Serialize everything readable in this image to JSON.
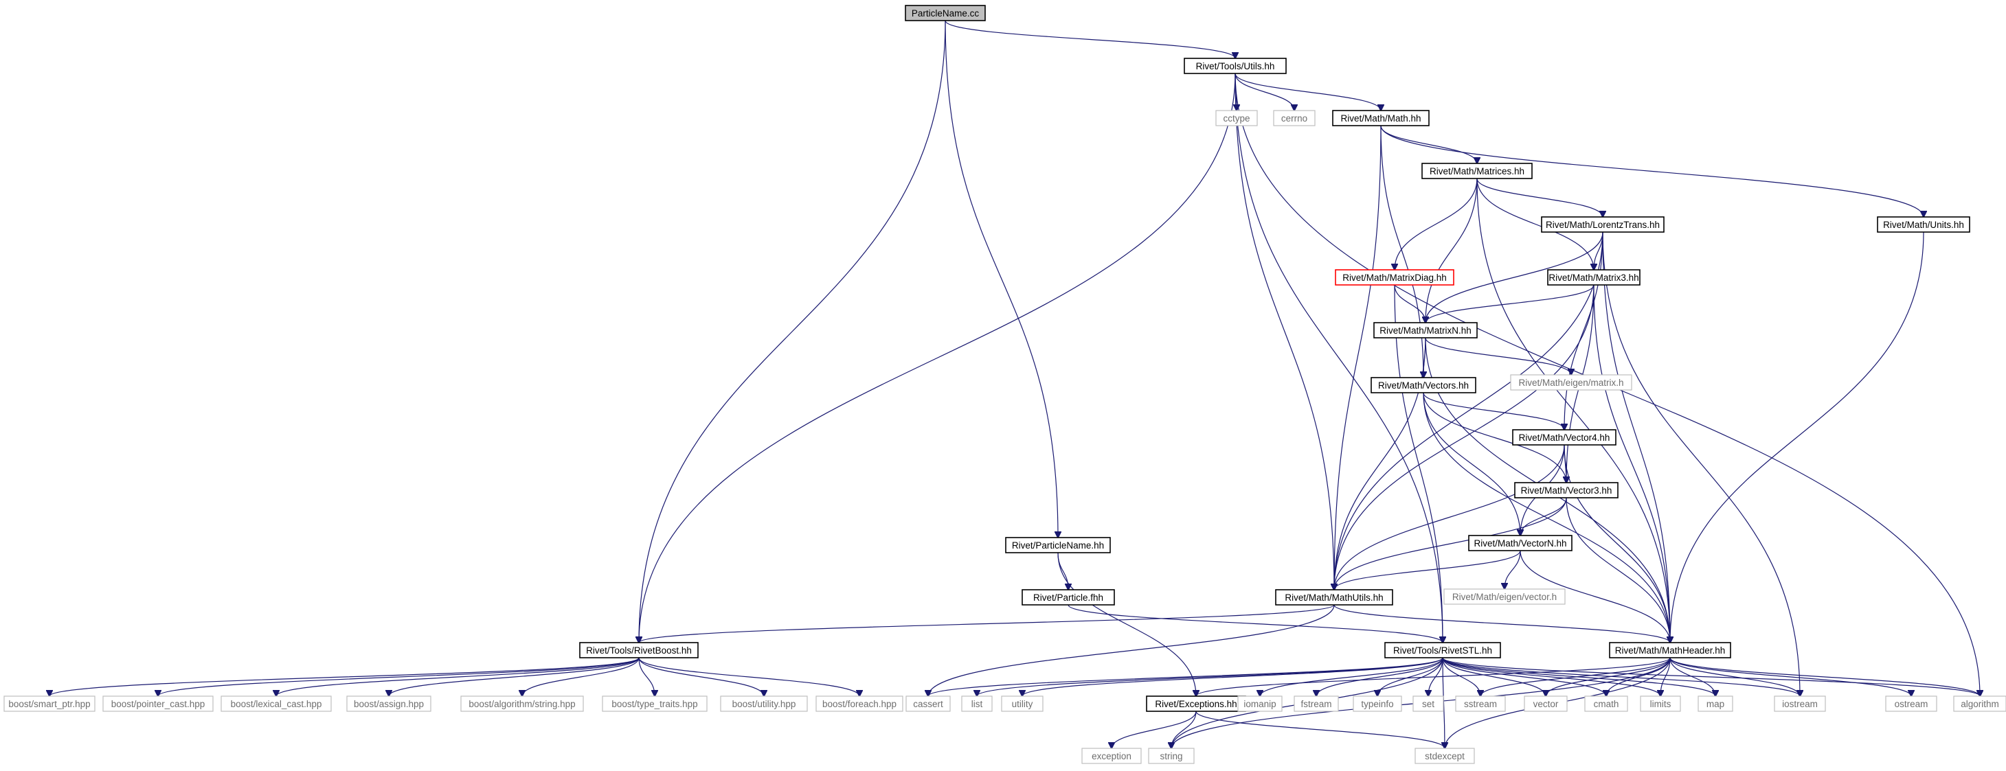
{
  "colors": {
    "edge": "#191970",
    "root_fill": "#bfbfbf",
    "external_border": "#bfbfbf",
    "broken_border": "#ff0000"
  },
  "nodes": [
    {
      "id": "n0",
      "label": "ParticleName.cc",
      "kind": "root"
    },
    {
      "id": "n1",
      "label": "Rivet/Tools/Utils.hh",
      "kind": "normal"
    },
    {
      "id": "n2",
      "label": "Rivet/ParticleName.hh",
      "kind": "normal"
    },
    {
      "id": "n3",
      "label": "Rivet/Tools/RivetBoost.hh",
      "kind": "normal"
    },
    {
      "id": "n4",
      "label": "cctype",
      "kind": "external"
    },
    {
      "id": "n5",
      "label": "cerrno",
      "kind": "external"
    },
    {
      "id": "n6",
      "label": "Rivet/Math/Math.hh",
      "kind": "normal"
    },
    {
      "id": "n7",
      "label": "Rivet/Math/Matrices.hh",
      "kind": "normal"
    },
    {
      "id": "n8",
      "label": "Rivet/Math/LorentzTrans.hh",
      "kind": "normal"
    },
    {
      "id": "n9",
      "label": "Rivet/Math/Units.hh",
      "kind": "normal"
    },
    {
      "id": "n10",
      "label": "Rivet/Math/MatrixDiag.hh",
      "kind": "broken"
    },
    {
      "id": "n11",
      "label": "Rivet/Math/Matrix3.hh",
      "kind": "normal"
    },
    {
      "id": "n12",
      "label": "Rivet/Math/MatrixN.hh",
      "kind": "normal"
    },
    {
      "id": "n13",
      "label": "Rivet/Math/eigen/matrix.h",
      "kind": "external"
    },
    {
      "id": "n14",
      "label": "Rivet/Math/Vectors.hh",
      "kind": "normal"
    },
    {
      "id": "n15",
      "label": "Rivet/Math/Vector4.hh",
      "kind": "normal"
    },
    {
      "id": "n16",
      "label": "Rivet/Math/Vector3.hh",
      "kind": "normal"
    },
    {
      "id": "n17",
      "label": "Rivet/Math/VectorN.hh",
      "kind": "normal"
    },
    {
      "id": "n18",
      "label": "Rivet/Math/eigen/vector.h",
      "kind": "external"
    },
    {
      "id": "n19",
      "label": "Rivet/Particle.fhh",
      "kind": "normal"
    },
    {
      "id": "n20",
      "label": "Rivet/Math/MathUtils.hh",
      "kind": "normal"
    },
    {
      "id": "n21",
      "label": "Rivet/Math/MathHeader.hh",
      "kind": "normal"
    },
    {
      "id": "n22",
      "label": "Rivet/Tools/RivetSTL.hh",
      "kind": "normal"
    },
    {
      "id": "n23",
      "label": "Rivet/Exceptions.hh",
      "kind": "normal"
    },
    {
      "id": "b1",
      "label": "boost/smart_ptr.hpp",
      "kind": "external"
    },
    {
      "id": "b2",
      "label": "boost/pointer_cast.hpp",
      "kind": "external"
    },
    {
      "id": "b3",
      "label": "boost/lexical_cast.hpp",
      "kind": "external"
    },
    {
      "id": "b4",
      "label": "boost/assign.hpp",
      "kind": "external"
    },
    {
      "id": "b5",
      "label": "boost/algorithm/string.hpp",
      "kind": "external"
    },
    {
      "id": "b6",
      "label": "boost/type_traits.hpp",
      "kind": "external"
    },
    {
      "id": "b7",
      "label": "boost/utility.hpp",
      "kind": "external"
    },
    {
      "id": "b8",
      "label": "boost/foreach.hpp",
      "kind": "external"
    },
    {
      "id": "s1",
      "label": "cassert",
      "kind": "external"
    },
    {
      "id": "s2",
      "label": "list",
      "kind": "external"
    },
    {
      "id": "s3",
      "label": "utility",
      "kind": "external"
    },
    {
      "id": "s4",
      "label": "iomanip",
      "kind": "external"
    },
    {
      "id": "s5",
      "label": "fstream",
      "kind": "external"
    },
    {
      "id": "s6",
      "label": "typeinfo",
      "kind": "external"
    },
    {
      "id": "s7",
      "label": "set",
      "kind": "external"
    },
    {
      "id": "s8",
      "label": "sstream",
      "kind": "external"
    },
    {
      "id": "s9",
      "label": "vector",
      "kind": "external"
    },
    {
      "id": "s10",
      "label": "cmath",
      "kind": "external"
    },
    {
      "id": "s11",
      "label": "limits",
      "kind": "external"
    },
    {
      "id": "s12",
      "label": "map",
      "kind": "external"
    },
    {
      "id": "s13",
      "label": "iostream",
      "kind": "external"
    },
    {
      "id": "s14",
      "label": "ostream",
      "kind": "external"
    },
    {
      "id": "s15",
      "label": "algorithm",
      "kind": "external"
    },
    {
      "id": "x1",
      "label": "exception",
      "kind": "external"
    },
    {
      "id": "x2",
      "label": "string",
      "kind": "external"
    },
    {
      "id": "x3",
      "label": "stdexcept",
      "kind": "external"
    }
  ],
  "edges": [
    [
      "n0",
      "n1"
    ],
    [
      "n0",
      "n2"
    ],
    [
      "n0",
      "n3"
    ],
    [
      "n1",
      "n4"
    ],
    [
      "n1",
      "n5"
    ],
    [
      "n1",
      "n6"
    ],
    [
      "n1",
      "n3"
    ],
    [
      "n1",
      "n20"
    ],
    [
      "n1",
      "n22"
    ],
    [
      "n1",
      "s15"
    ],
    [
      "n6",
      "n7"
    ],
    [
      "n6",
      "n9"
    ],
    [
      "n6",
      "n14"
    ],
    [
      "n6",
      "n20"
    ],
    [
      "n7",
      "n8"
    ],
    [
      "n7",
      "n10"
    ],
    [
      "n7",
      "n11"
    ],
    [
      "n7",
      "n12"
    ],
    [
      "n7",
      "n21"
    ],
    [
      "n8",
      "n11"
    ],
    [
      "n8",
      "n12"
    ],
    [
      "n8",
      "n15"
    ],
    [
      "n8",
      "n20"
    ],
    [
      "n8",
      "n21"
    ],
    [
      "n8",
      "s13"
    ],
    [
      "n9",
      "n21"
    ],
    [
      "n10",
      "n12"
    ],
    [
      "n10",
      "n22"
    ],
    [
      "n11",
      "n12"
    ],
    [
      "n11",
      "n16"
    ],
    [
      "n11",
      "n20"
    ],
    [
      "n11",
      "n21"
    ],
    [
      "n12",
      "n13"
    ],
    [
      "n12",
      "n14"
    ],
    [
      "n12",
      "n20"
    ],
    [
      "n12",
      "n21"
    ],
    [
      "n14",
      "n15"
    ],
    [
      "n14",
      "n16"
    ],
    [
      "n14",
      "n17"
    ],
    [
      "n14",
      "n21"
    ],
    [
      "n15",
      "n16"
    ],
    [
      "n15",
      "n17"
    ],
    [
      "n15",
      "n20"
    ],
    [
      "n15",
      "n21"
    ],
    [
      "n16",
      "n17"
    ],
    [
      "n16",
      "n20"
    ],
    [
      "n16",
      "n21"
    ],
    [
      "n17",
      "n18"
    ],
    [
      "n17",
      "n20"
    ],
    [
      "n17",
      "n21"
    ],
    [
      "n2",
      "n19"
    ],
    [
      "n2",
      "n23"
    ],
    [
      "n19",
      "n22"
    ],
    [
      "n20",
      "n21"
    ],
    [
      "n20",
      "n3"
    ],
    [
      "n20",
      "s1"
    ],
    [
      "n3",
      "b1"
    ],
    [
      "n3",
      "b2"
    ],
    [
      "n3",
      "b3"
    ],
    [
      "n3",
      "b4"
    ],
    [
      "n3",
      "b5"
    ],
    [
      "n3",
      "b6"
    ],
    [
      "n3",
      "b7"
    ],
    [
      "n3",
      "b8"
    ],
    [
      "n21",
      "n23"
    ],
    [
      "n21",
      "s8"
    ],
    [
      "n21",
      "s9"
    ],
    [
      "n21",
      "s10"
    ],
    [
      "n21",
      "s11"
    ],
    [
      "n21",
      "s12"
    ],
    [
      "n21",
      "s13"
    ],
    [
      "n21",
      "s14"
    ],
    [
      "n21",
      "s15"
    ],
    [
      "n21",
      "x2"
    ],
    [
      "n21",
      "x3"
    ],
    [
      "n22",
      "s1"
    ],
    [
      "n22",
      "s2"
    ],
    [
      "n22",
      "s3"
    ],
    [
      "n22",
      "s4"
    ],
    [
      "n22",
      "s5"
    ],
    [
      "n22",
      "s6"
    ],
    [
      "n22",
      "s7"
    ],
    [
      "n22",
      "s8"
    ],
    [
      "n22",
      "s9"
    ],
    [
      "n22",
      "s10"
    ],
    [
      "n22",
      "s11"
    ],
    [
      "n22",
      "s12"
    ],
    [
      "n22",
      "s13"
    ],
    [
      "n22",
      "s15"
    ],
    [
      "n22",
      "x2"
    ],
    [
      "n22",
      "x3"
    ],
    [
      "n23",
      "x1"
    ],
    [
      "n23",
      "x2"
    ],
    [
      "n23",
      "x3"
    ]
  ]
}
